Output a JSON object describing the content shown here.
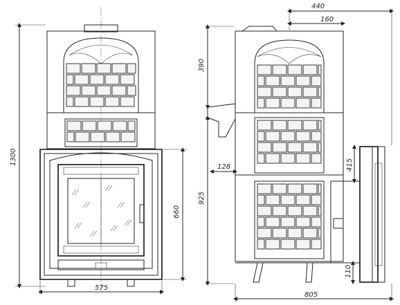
{
  "dimensions": {
    "front_width": "575",
    "front_height_total": "1300",
    "front_firebox_height": "660",
    "side_depth_total": "805",
    "side_top_width": "440",
    "side_top_inner": "160",
    "side_top_height": "390",
    "side_lower_height": "925",
    "side_step": "128",
    "side_door_height": "415",
    "side_feet_height": "110"
  }
}
